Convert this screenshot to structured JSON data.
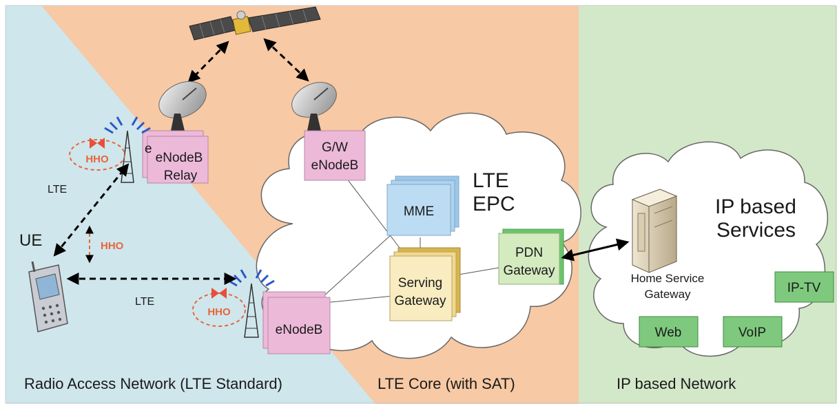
{
  "regions": {
    "ran": "Radio Access Network (LTE Standard)",
    "core": "LTE Core (with SAT)",
    "ip": "IP based Network"
  },
  "nodes": {
    "relay_e": "e",
    "relay_l1": "eNodeB",
    "relay_l2": "Relay",
    "gw_l1": "G/W",
    "gw_l2": "eNodeB",
    "enodeb": "eNodeB",
    "mme": "MME",
    "sgw_l1": "Serving",
    "sgw_l2": "Gateway",
    "pdn_l1": "PDN",
    "pdn_l2": "Gateway",
    "home_l1": "Home Service",
    "home_l2": "Gateway",
    "iptv": "IP-TV",
    "web": "Web",
    "voip": "VoIP"
  },
  "labels": {
    "ue": "UE",
    "lte_top": "LTE",
    "lte_bottom": "LTE",
    "epc_l1": "LTE",
    "epc_l2": "EPC",
    "ipsvc_l1": "IP based",
    "ipsvc_l2": "Services",
    "hho_top": "HHO",
    "hho_mid": "HHO",
    "hho_bottom": "HHO"
  },
  "colors": {
    "ran_bg": "#cfe6ec",
    "core_bg": "#f7c9a4",
    "ip_bg": "#d3e8c9",
    "enodeb_box": "#ecb9d9",
    "mme_box": "#b8d9f0",
    "sgw_box": "#f8ecc0",
    "pdn_box": "#d4ebc0",
    "service_box": "#7ec97e",
    "hho": "#e8653a"
  }
}
